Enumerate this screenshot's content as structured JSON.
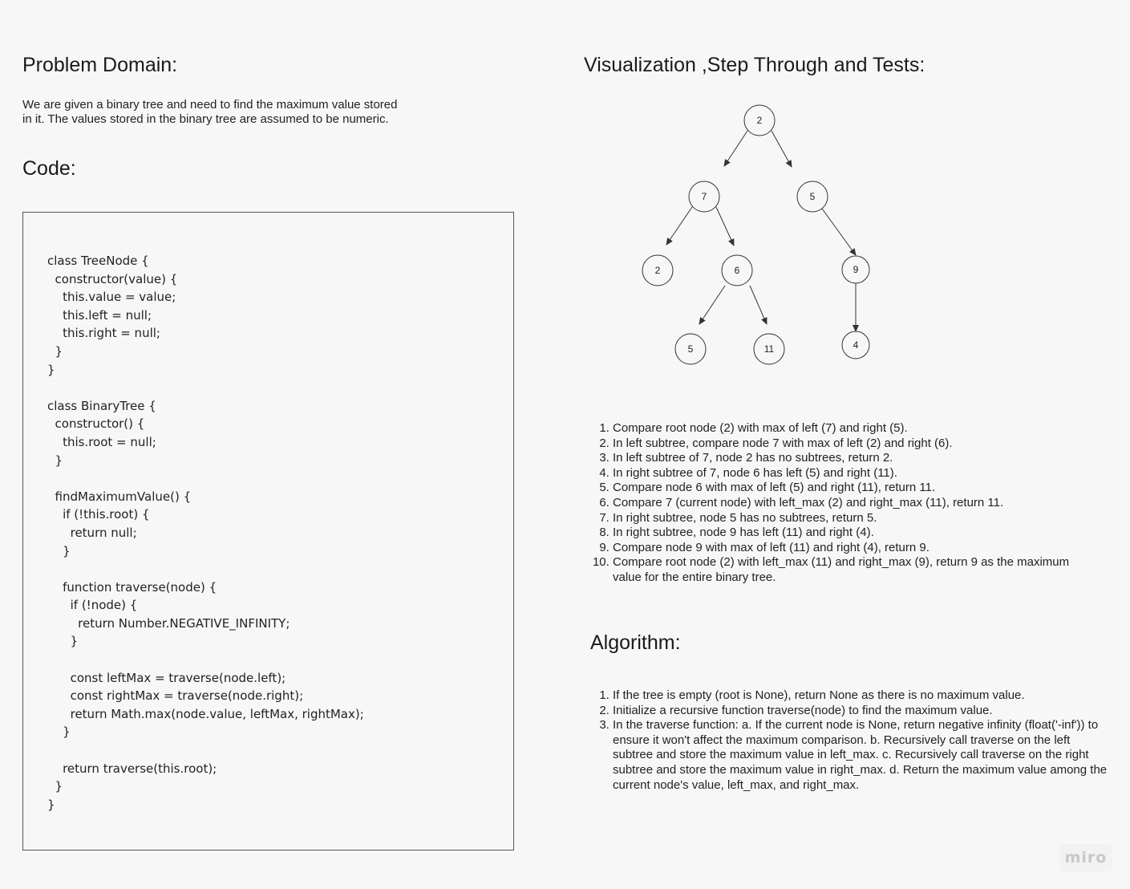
{
  "problem": {
    "heading": "Problem Domain:",
    "description_lines": [
      "We are given a binary tree and need to find the maximum value stored",
      "in it. The values stored in the binary tree are assumed to be numeric."
    ]
  },
  "code": {
    "heading": "Code:",
    "lines": [
      "class TreeNode {",
      "  constructor(value) {",
      "    this.value = value;",
      "    this.left = null;",
      "    this.right = null;",
      "  }",
      "}",
      "",
      "class BinaryTree {",
      "  constructor() {",
      "    this.root = null;",
      "  }",
      "",
      "  findMaximumValue() {",
      "    if (!this.root) {",
      "      return null;",
      "    }",
      "",
      "    function traverse(node) {",
      "      if (!node) {",
      "        return Number.NEGATIVE_INFINITY;",
      "      }",
      "",
      "      const leftMax = traverse(node.left);",
      "      const rightMax = traverse(node.right);",
      "      return Math.max(node.value, leftMax, rightMax);",
      "    }",
      "",
      "    return traverse(this.root);",
      "  }",
      "}"
    ]
  },
  "visualization": {
    "heading": "Visualization ,Step Through and Tests:",
    "tree_nodes": {
      "root": "2",
      "left": "7",
      "right": "5",
      "left_left": "2",
      "left_right": "6",
      "left_right_left": "5",
      "left_right_right": "11",
      "right_right": "9",
      "right_right_child": "4"
    },
    "steps": [
      "Compare root node (2) with max of left (7) and right (5).",
      "In left subtree, compare node 7 with max of left (2) and right (6).",
      "In left subtree of 7, node 2 has no subtrees, return 2.",
      "In right subtree of 7, node 6 has left (5) and right (11).",
      "Compare node 6 with max of left (5) and right (11), return 11.",
      "Compare 7 (current node) with left_max (2) and right_max (11), return 11.",
      "In right subtree, node 5 has no subtrees, return 5.",
      "In right subtree, node 9 has left (11) and right (4).",
      "Compare node 9 with max of left (11) and right (4), return 9.",
      "Compare root node (2) with left_max (11) and right_max (9), return 9 as the maximum value for the entire binary tree."
    ]
  },
  "algorithm": {
    "heading": "Algorithm:",
    "steps": [
      "If the tree is empty (root is None), return None as there is no maximum value.",
      "Initialize a recursive function traverse(node) to find the maximum value.",
      "In the traverse function: a. If the current node is None, return negative infinity (float('-inf')) to ensure it won't affect the maximum comparison. b. Recursively call traverse on the left subtree and store the maximum value in left_max. c. Recursively call traverse on the right subtree and store the maximum value in right_max. d. Return the maximum value among the current node's value, left_max, and right_max."
    ]
  },
  "branding": {
    "logo": "miro"
  }
}
